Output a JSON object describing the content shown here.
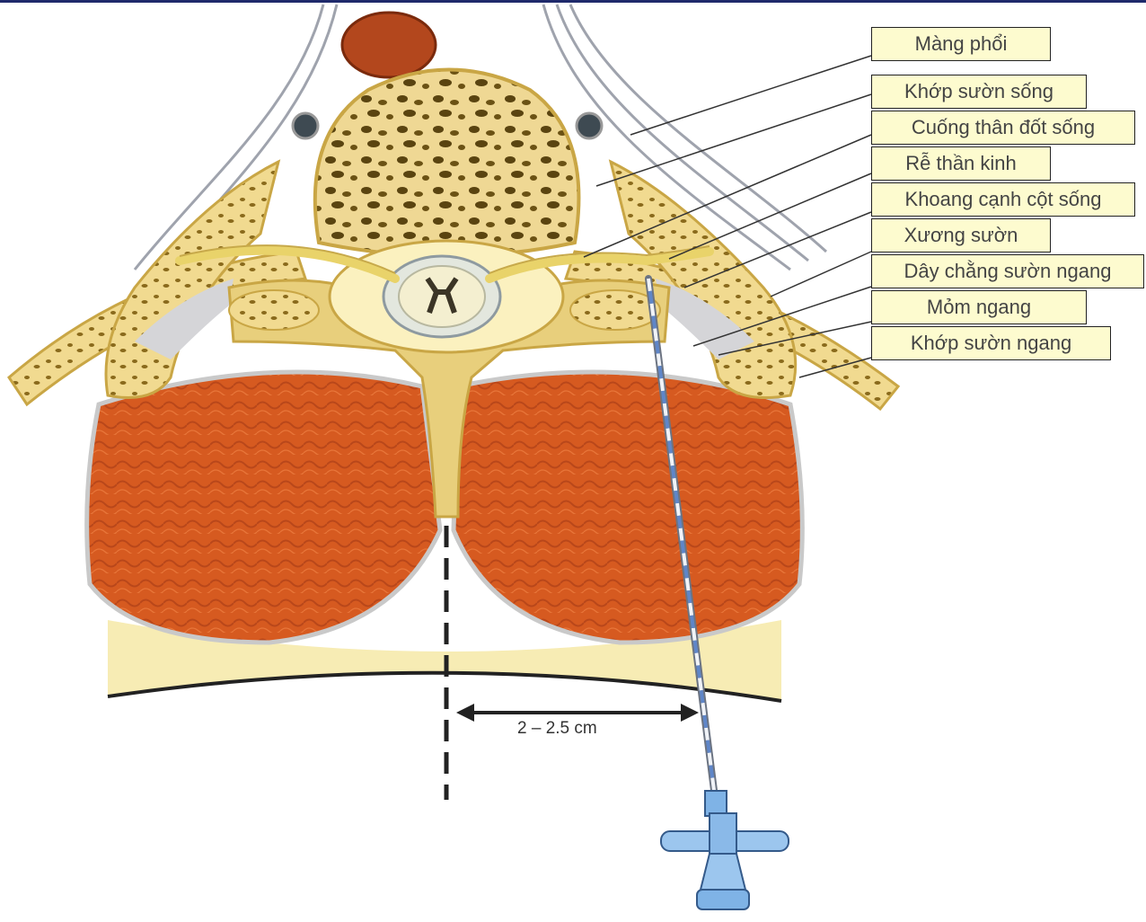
{
  "labels": {
    "pleura": "Màng phổi",
    "costovertebral_joint": "Khớp sườn sống",
    "pedicle": "Cuống thân đốt sống",
    "nerve_root": "Rễ thần kinh",
    "paravertebral_space": "Khoang cạnh cột sống",
    "rib": "Xương sườn",
    "costotransverse_ligament": "Dây chằng sườn ngang",
    "transverse_process": "Mỏm ngang",
    "costotransverse_joint": "Khớp sườn ngang"
  },
  "measurement": "2 – 2.5 cm",
  "colors": {
    "bone": "#f0d98a",
    "bone_outline": "#c9a645",
    "muscle": "#d4581f",
    "fat": "#f7ecb4",
    "label_bg": "#fdfbcf"
  }
}
